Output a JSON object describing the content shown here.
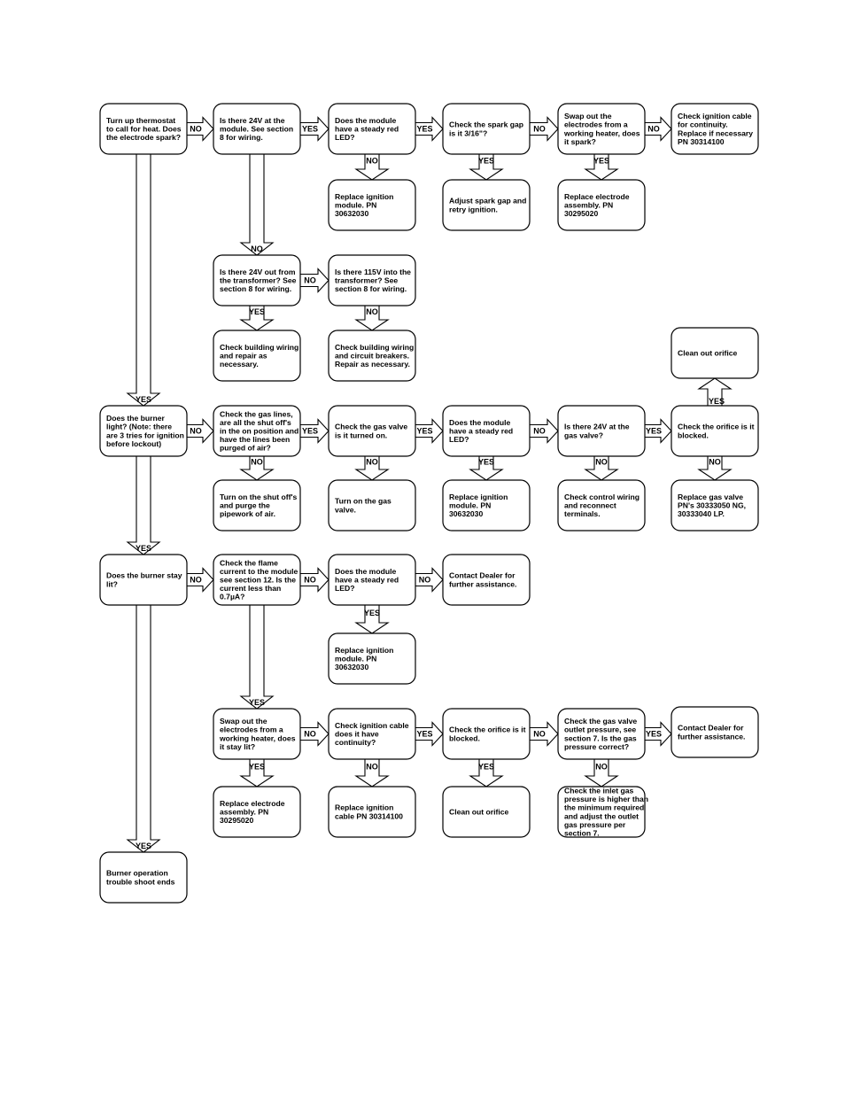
{
  "nodes": {
    "n1": [
      "Turn up thermostat",
      "to call for heat. Does",
      "the electrode spark?"
    ],
    "n2": [
      "Is there 24V at the",
      "module. See section",
      "8 for wiring."
    ],
    "n3": [
      "Does the module",
      "have a steady red",
      "LED?"
    ],
    "n4": [
      "Check the spark gap",
      "is it 3/16\"?"
    ],
    "n5": [
      "Swap out the",
      "electrodes from a",
      "working heater, does",
      "it spark?"
    ],
    "n6": [
      "Check ignition cable",
      "for continuity.",
      "Replace if necessary",
      "PN 30314100"
    ],
    "n7": [
      "Replace ignition",
      "module. PN",
      "30632030"
    ],
    "n8": [
      "Adjust spark gap and",
      "retry ignition."
    ],
    "n9": [
      "Replace electrode",
      "assembly. PN",
      "30295020"
    ],
    "n10": [
      "Is there 24V out from",
      "the transformer? See",
      "section 8 for wiring."
    ],
    "n11": [
      "Is there 115V into the",
      "transformer? See",
      "section 8 for wiring."
    ],
    "n12": [
      "Check building wiring",
      "and repair as",
      "necessary."
    ],
    "n13": [
      "Check building wiring",
      "and circuit breakers.",
      "Repair as necessary."
    ],
    "n14": [
      "Clean out orifice"
    ],
    "n15": [
      "Does the burner",
      "light? (Note: there",
      "are 3 tries for ignition",
      "before lockout)"
    ],
    "n16": [
      "Check the gas lines,",
      "are all the shut off's",
      "in the on position and",
      "have the lines been",
      "purged of air?"
    ],
    "n17": [
      "Check the gas valve",
      "is it turned on."
    ],
    "n18": [
      "Does the module",
      "have a steady red",
      "LED?"
    ],
    "n19": [
      "Is there 24V at the",
      "gas valve?"
    ],
    "n20": [
      "Check the orifice is it",
      "blocked."
    ],
    "n21": [
      "Turn on the shut off's",
      "and purge the",
      "pipework of air."
    ],
    "n22": [
      "Turn on the gas",
      "valve."
    ],
    "n23": [
      "Replace ignition",
      "module. PN",
      "30632030"
    ],
    "n24": [
      "Check control wiring",
      "and reconnect",
      "terminals."
    ],
    "n25": [
      "Replace gas valve",
      "PN's 30333050 NG,",
      "30333040 LP."
    ],
    "n26": [
      "Does the burner stay",
      "lit?"
    ],
    "n27": [
      "Check the flame",
      "current to the module",
      "see section 12. Is the",
      "current less than",
      "0.7µA?"
    ],
    "n28": [
      "Does the module",
      "have a steady red",
      "LED?"
    ],
    "n29": [
      "Contact Dealer for",
      "further assistance."
    ],
    "n30": [
      "Replace ignition",
      "module. PN",
      "30632030"
    ],
    "n31": [
      "Swap out the",
      "electrodes from a",
      "working heater, does",
      "it stay lit?"
    ],
    "n32": [
      "Check ignition cable",
      "does it have",
      "continuity?"
    ],
    "n33": [
      "Check the orifice is it",
      "blocked."
    ],
    "n34": [
      "Check the gas valve",
      "outlet pressure, see",
      "section 7. Is the gas",
      "pressure correct?"
    ],
    "n35": [
      "Contact Dealer for",
      "further assistance."
    ],
    "n36": [
      "Replace electrode",
      "assembly. PN",
      "30295020"
    ],
    "n37": [
      "Replace ignition",
      "cable PN 30314100"
    ],
    "n38": [
      "Clean out orifice"
    ],
    "n39": [
      "Check the inlet gas",
      "pressure is higher than",
      "the minimum required",
      "and adjust the outlet",
      "gas pressure per",
      "section 7."
    ],
    "n40": [
      "Burner operation",
      "trouble shoot ends"
    ]
  },
  "arrow_labels": {
    "h1": "NO",
    "h2": "YES",
    "h3": "YES",
    "h4": "NO",
    "h5": "NO",
    "d3": "NO",
    "d4": "YES",
    "d5": "YES",
    "d2": "NO",
    "h10": "NO",
    "d10": "YES",
    "d11": "NO",
    "v1": "YES",
    "u20": "YES",
    "h15": "NO",
    "h16": "YES",
    "h17": "YES",
    "h18": "NO",
    "h19": "YES",
    "d16": "NO",
    "d17": "NO",
    "d18": "YES",
    "d19": "NO",
    "d20": "NO",
    "v2": "YES",
    "h26": "NO",
    "h27": "NO",
    "h28": "NO",
    "d28": "YES",
    "d27": "YES",
    "h31": "NO",
    "h32": "YES",
    "h33": "NO",
    "h34": "YES",
    "d31": "YES",
    "d32": "NO",
    "d33": "YES",
    "d34": "NO",
    "v3": "YES"
  }
}
